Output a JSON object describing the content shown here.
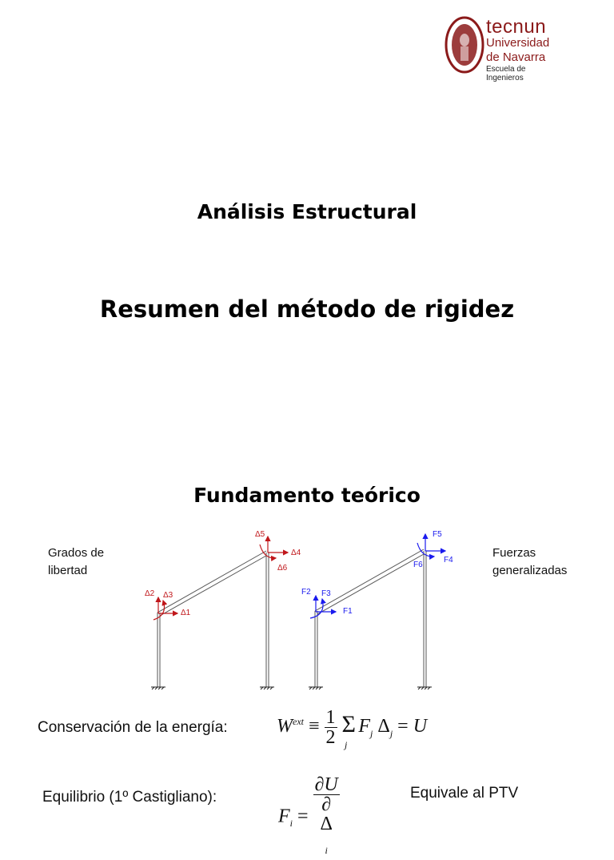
{
  "logo": {
    "brand": "tecnun",
    "line1": "Universidad",
    "line2": "de Navarra",
    "line3": "Escuela de Ingenieros",
    "color": "#8b1a1a"
  },
  "titles": {
    "course": "Análisis Estructural",
    "topic": "Resumen del método de rigidez",
    "section": "Fundamento teórico"
  },
  "diagram": {
    "left_label_line1": "Grados de",
    "left_label_line2": "libertad",
    "right_label_line1": "Fuerzas",
    "right_label_line2": "generalizadas",
    "dof_color": "#c0171b",
    "force_color": "#1a1aee",
    "dof_labels": [
      "Δ1",
      "Δ2",
      "Δ3",
      "Δ4",
      "Δ5",
      "Δ6"
    ],
    "force_labels": [
      "F1",
      "F2",
      "F3",
      "F4",
      "F5",
      "F6"
    ]
  },
  "equations": {
    "energy_label": "Conservación de la energía:",
    "energy_formula": "W^ext ≡ ½ Σ_j F_j Δ_j = U",
    "equilibrium_label": "Equilibrio (1º Castigliano):",
    "equilibrium_formula": "F_i = ∂U / ∂Δ_i",
    "ptv_note": "Equivale al PTV"
  }
}
